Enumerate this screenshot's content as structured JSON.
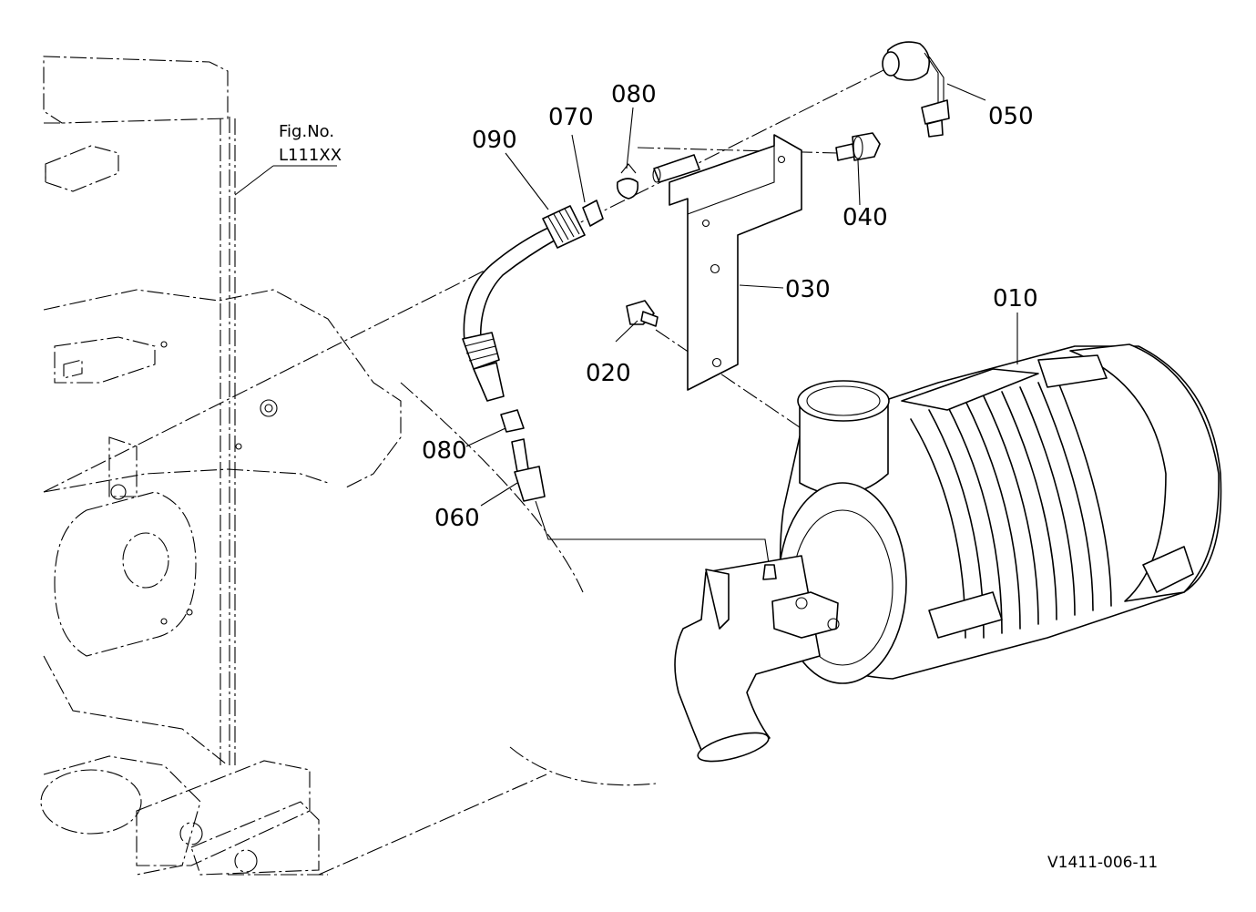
{
  "figure_ref": {
    "line1": "Fig.No.",
    "line2": "L111XX"
  },
  "callouts": {
    "c010": "010",
    "c020": "020",
    "c030": "030",
    "c040": "040",
    "c050": "050",
    "c060": "060",
    "c070": "070",
    "c080_top": "080",
    "c080_low": "080",
    "c090": "090"
  },
  "drawing_code": "V1411-006-11"
}
